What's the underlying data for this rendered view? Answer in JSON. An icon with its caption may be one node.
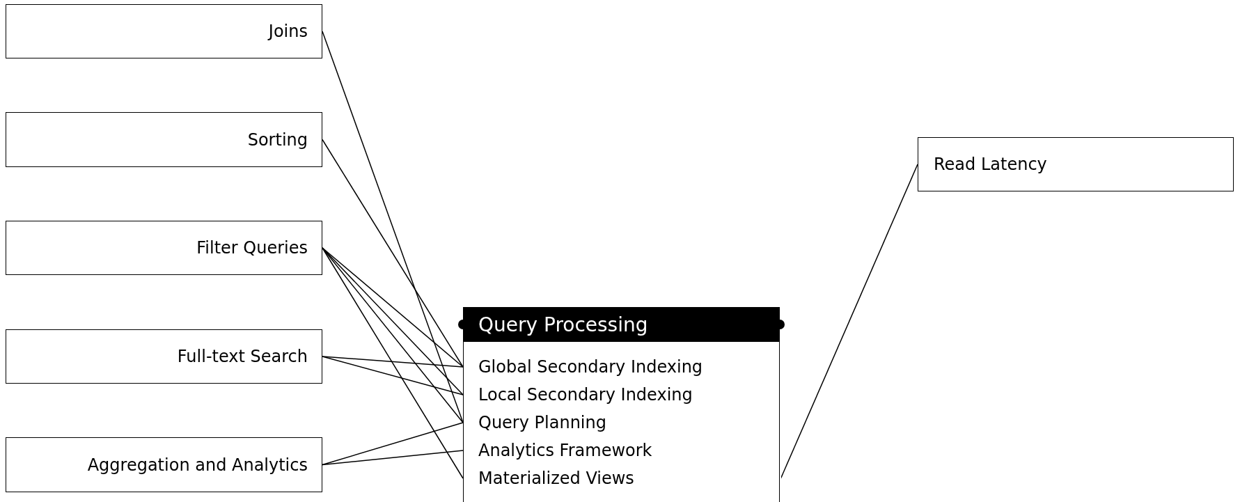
{
  "diagram": {
    "nodes": [
      {
        "text": [
          "Joins"
        ]
      },
      {
        "text": [
          "Sorting"
        ]
      },
      {
        "text": [
          "Filter Queries"
        ]
      },
      {
        "text": [
          "Full-text Search"
        ]
      },
      {
        "text": [
          "Aggregation and Analytics"
        ]
      },
      {
        "text": [
          "Read Latency"
        ]
      },
      {
        "text": [
          "Query Processing"
        ]
      },
      {
        "text": [
          "Global Secondary Indexing"
        ],
        "in": 6
      },
      {
        "text": [
          "Local Secondary Indexing"
        ],
        "in": 6
      },
      {
        "text": [
          "Query Planning"
        ],
        "in": 6
      },
      {
        "text": [
          "Analytics Framework"
        ],
        "in": 6
      },
      {
        "text": [
          "Materialized Views"
        ],
        "in": 6
      }
    ],
    "edges": [
      {
        "from": 0,
        "to": 9,
        "arrow": "none"
      },
      {
        "from": 1,
        "to": 7,
        "arrow": "none"
      },
      {
        "from": 2,
        "to": 7,
        "arrow": "none"
      },
      {
        "from": 2,
        "to": 8,
        "arrow": "none"
      },
      {
        "from": 2,
        "to": 9,
        "arrow": "none"
      },
      {
        "from": 2,
        "to": 11,
        "arrow": "none"
      },
      {
        "from": 3,
        "to": 7,
        "arrow": "none"
      },
      {
        "from": 3,
        "to": 8,
        "arrow": "none"
      },
      {
        "from": 4,
        "to": 9,
        "arrow": "none"
      },
      {
        "from": 4,
        "to": 10,
        "arrow": "none"
      },
      {
        "from": 11,
        "to": 5,
        "arrow": "none"
      }
    ]
  }
}
